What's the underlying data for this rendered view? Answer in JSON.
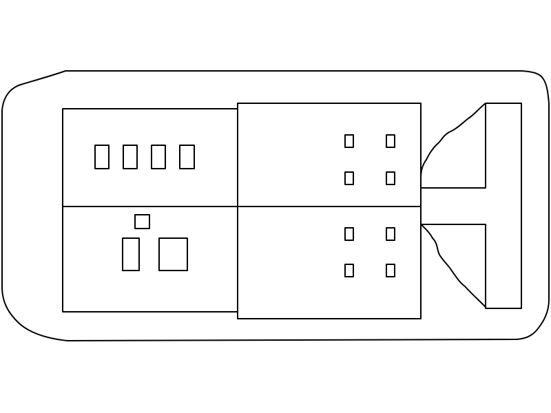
{
  "colors": {
    "background": "#ffffff",
    "line": "#000000"
  },
  "diagram": {
    "kind": "line-drawing",
    "upper_left_block": {
      "component_count": 4
    },
    "lower_left_block": {
      "component_count": 3
    },
    "upper_right_block": {
      "component_count": 4
    },
    "lower_right_block": {
      "component_count": 4
    },
    "connector_arms": 2
  }
}
